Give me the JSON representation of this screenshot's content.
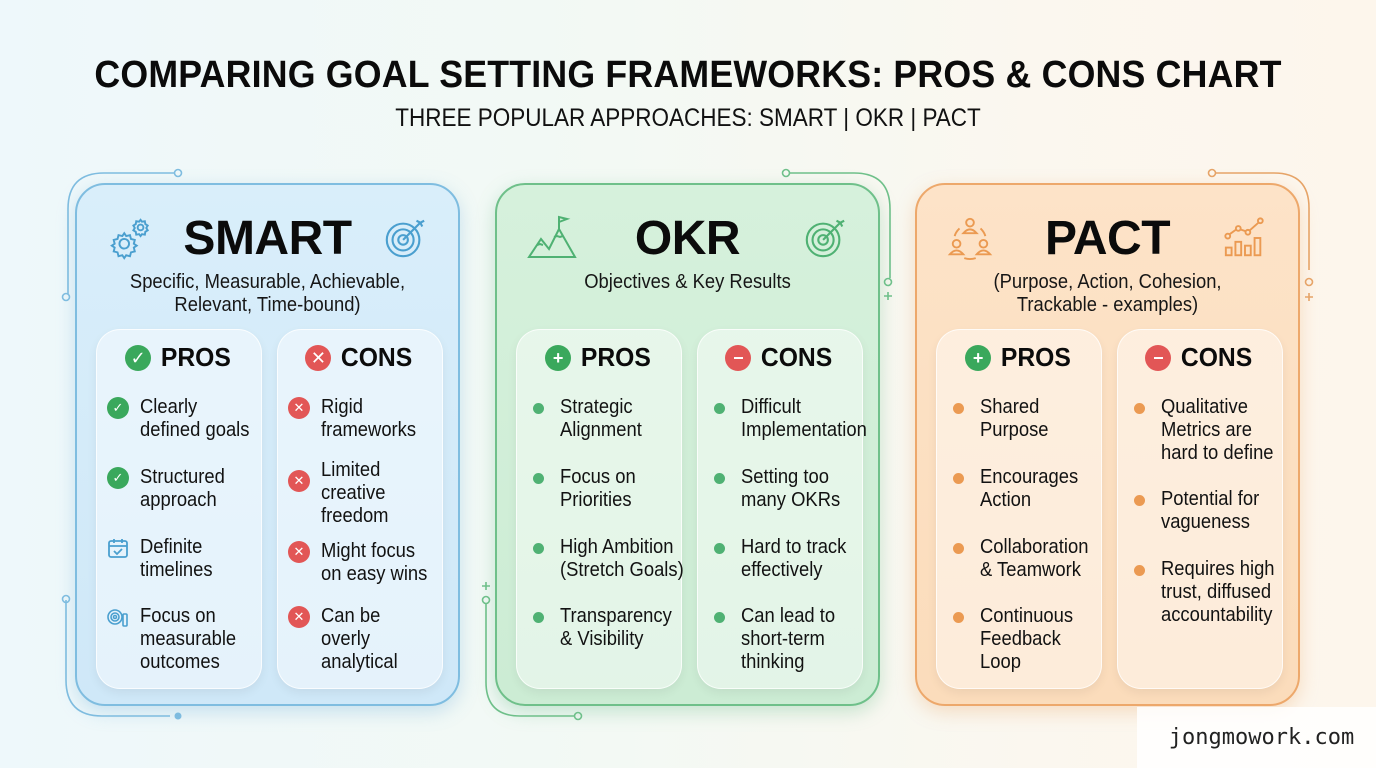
{
  "header": {
    "title": "COMPARING GOAL SETTING FRAMEWORKS: PROS & CONS CHART",
    "subtitle": "THREE POPULAR APPROACHES: SMART | OKR | PACT"
  },
  "colors": {
    "smart_accent": "#5aaad6",
    "okr_accent": "#4fb173",
    "pact_accent": "#eb9a52",
    "pros_green": "#3aa85c",
    "cons_red": "#e25656"
  },
  "frameworks": [
    {
      "name": "SMART",
      "description_line1": "Specific, Measurable, Achievable,",
      "description_line2": "Relevant, Time-bound)",
      "left_icon": "gears-icon",
      "right_icon": "target-icon",
      "pros": {
        "label": "PROS",
        "badge_icon": "check-circle-icon",
        "items": [
          {
            "line1": "Clearly",
            "line2": "defined goals",
            "line3": "",
            "icon": "check-circle-icon"
          },
          {
            "line1": "Structured",
            "line2": "approach",
            "line3": "",
            "icon": "check-circle-icon"
          },
          {
            "line1": "Definite",
            "line2": "timelines",
            "line3": "",
            "icon": "calendar-check-icon"
          },
          {
            "line1": "Focus on",
            "line2": "measurable",
            "line3": "outcomes",
            "icon": "measure-icon"
          }
        ]
      },
      "cons": {
        "label": "CONS",
        "badge_icon": "x-circle-icon",
        "items": [
          {
            "line1": "Rigid",
            "line2": "frameworks",
            "line3": "",
            "icon": "x-circle-icon"
          },
          {
            "line1": "Limited",
            "line2": "creative",
            "line3": "freedom",
            "icon": "x-circle-icon"
          },
          {
            "line1": "Might focus",
            "line2": "on easy wins",
            "line3": "",
            "icon": "x-circle-icon"
          },
          {
            "line1": "Can be",
            "line2": "overly",
            "line3": "analytical",
            "icon": "x-circle-icon"
          }
        ]
      }
    },
    {
      "name": "OKR",
      "description_line1": "Objectives & Key Results",
      "description_line2": "",
      "left_icon": "mountain-flag-icon",
      "right_icon": "target-icon",
      "pros": {
        "label": "PROS",
        "badge_icon": "plus-circle-icon",
        "items": [
          {
            "line1": "Strategic",
            "line2": "Alignment",
            "line3": "",
            "icon": "bullet-dot-icon"
          },
          {
            "line1": "Focus on",
            "line2": "Priorities",
            "line3": "",
            "icon": "bullet-dot-icon"
          },
          {
            "line1": "High Ambition",
            "line2": "(Stretch Goals)",
            "line3": "",
            "icon": "bullet-dot-icon"
          },
          {
            "line1": "Transparency",
            "line2": "& Visibility",
            "line3": "",
            "icon": "bullet-dot-icon"
          }
        ]
      },
      "cons": {
        "label": "CONS",
        "badge_icon": "minus-circle-icon",
        "items": [
          {
            "line1": "Difficult",
            "line2": "Implementation",
            "line3": "",
            "icon": "bullet-dot-icon"
          },
          {
            "line1": "Setting too",
            "line2": "many OKRs",
            "line3": "",
            "icon": "bullet-dot-icon"
          },
          {
            "line1": "Hard to track",
            "line2": "effectively",
            "line3": "",
            "icon": "bullet-dot-icon"
          },
          {
            "line1": "Can lead to",
            "line2": "short-term",
            "line3": "thinking",
            "icon": "bullet-dot-icon"
          }
        ]
      }
    },
    {
      "name": "PACT",
      "description_line1": "(Purpose, Action, Cohesion,",
      "description_line2": "Trackable - examples)",
      "left_icon": "team-cycle-icon",
      "right_icon": "growth-chart-icon",
      "pros": {
        "label": "PROS",
        "badge_icon": "plus-circle-icon",
        "items": [
          {
            "line1": "Shared",
            "line2": "Purpose",
            "line3": "",
            "icon": "bullet-dot-icon"
          },
          {
            "line1": "Encourages",
            "line2": "Action",
            "line3": "",
            "icon": "bullet-dot-icon"
          },
          {
            "line1": "Collaboration",
            "line2": "& Teamwork",
            "line3": "",
            "icon": "bullet-dot-icon"
          },
          {
            "line1": "Continuous",
            "line2": "Feedback",
            "line3": "Loop",
            "icon": "bullet-dot-icon"
          }
        ]
      },
      "cons": {
        "label": "CONS",
        "badge_icon": "minus-circle-icon",
        "items": [
          {
            "line1": "Qualitative",
            "line2": "Metrics are",
            "line3": "hard to define",
            "icon": "bullet-dot-icon"
          },
          {
            "line1": "Potential for",
            "line2": "vagueness",
            "line3": "",
            "icon": "bullet-dot-icon"
          },
          {
            "line1": "Requires high",
            "line2": "trust, diffused",
            "line3": "accountability",
            "icon": "bullet-dot-icon"
          }
        ]
      }
    }
  ],
  "watermark": "jongmowork.com"
}
